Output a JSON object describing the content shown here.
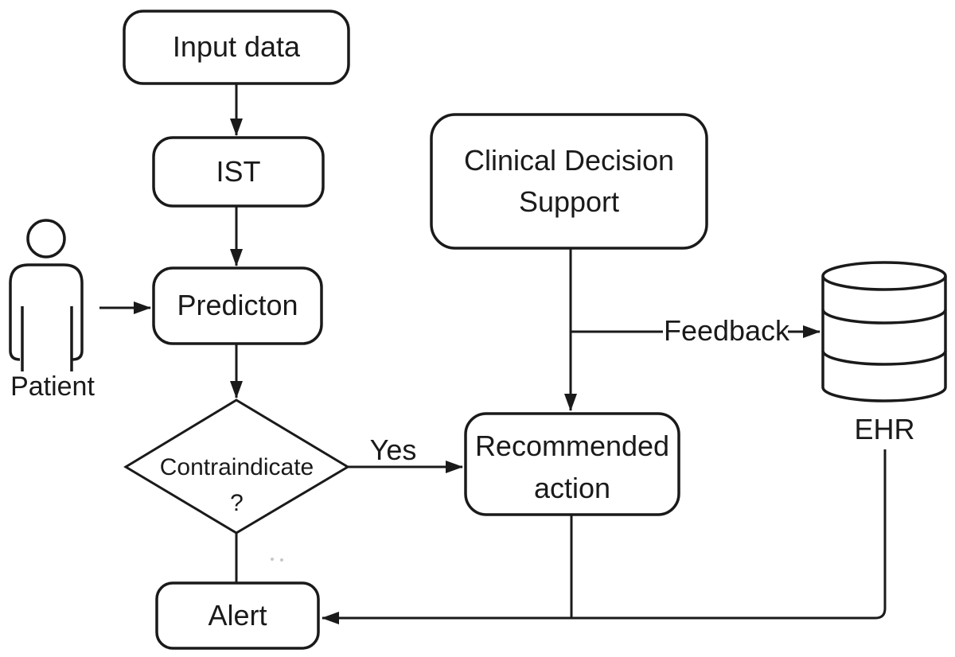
{
  "diagram": {
    "type": "flowchart",
    "background": "#ffffff",
    "stroke_color": "#1a1a1a",
    "text_color": "#1a1a1a",
    "nodes": {
      "input_data": {
        "label": "Input data",
        "shape": "rounded-rect"
      },
      "ist": {
        "label": "IST",
        "shape": "rounded-rect"
      },
      "prediction": {
        "label": "Predicton",
        "shape": "rounded-rect"
      },
      "contraindicate": {
        "label": "Contraindicate\n?",
        "shape": "decision-diamond"
      },
      "clinical_decision_support": {
        "label": "Clinical Decision\nSupport",
        "shape": "rounded-rect"
      },
      "recommended_action": {
        "label": "Recommended\naction",
        "shape": "rounded-rect"
      },
      "alert": {
        "label": "Alert",
        "shape": "rounded-rect"
      },
      "patient": {
        "label": "Patient",
        "icon": "person-icon"
      },
      "ehr": {
        "label": "EHR",
        "icon": "database-icon"
      }
    },
    "edges": [
      {
        "from": "input_data",
        "to": "ist",
        "arrow": true
      },
      {
        "from": "ist",
        "to": "prediction",
        "arrow": true
      },
      {
        "from": "patient",
        "to": "prediction",
        "arrow": true
      },
      {
        "from": "prediction",
        "to": "contraindicate",
        "arrow": true
      },
      {
        "from": "contraindicate",
        "to": "recommended_action",
        "arrow": true,
        "label": "Yes"
      },
      {
        "from": "contraindicate",
        "to": "alert",
        "arrow": false
      },
      {
        "from": "clinical_decision_support",
        "to": "recommended_action",
        "arrow": true
      },
      {
        "from": "clinical_decision_support",
        "to": "ehr",
        "arrow": true,
        "label": "Feedback"
      },
      {
        "from": "recommended_action",
        "to": "alert",
        "arrow": false
      },
      {
        "from": "ehr",
        "to": "alert",
        "arrow": true
      }
    ]
  }
}
